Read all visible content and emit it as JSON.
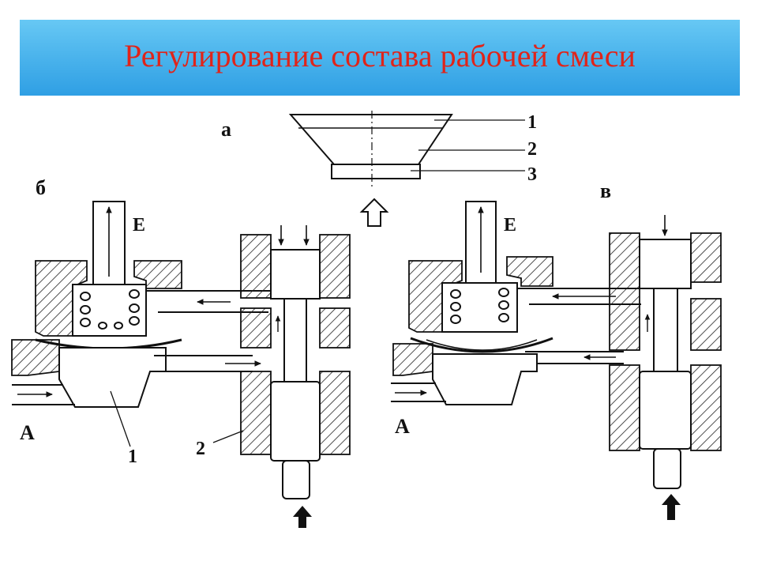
{
  "slide": {
    "title": "Регулирование состава рабочей смеси"
  },
  "figure_a": {
    "tag": "а",
    "callouts": [
      "1",
      "2",
      "3"
    ]
  },
  "figure_b": {
    "tag": "б",
    "inlet_label": "А",
    "outlet_label": "Е",
    "callouts": [
      "1",
      "2"
    ]
  },
  "figure_v": {
    "tag": "в",
    "inlet_label": "А",
    "outlet_label": "Е"
  },
  "colors": {
    "title_text": "#e0241a",
    "title_bar": "#4ab3ec",
    "ink": "#111111"
  }
}
